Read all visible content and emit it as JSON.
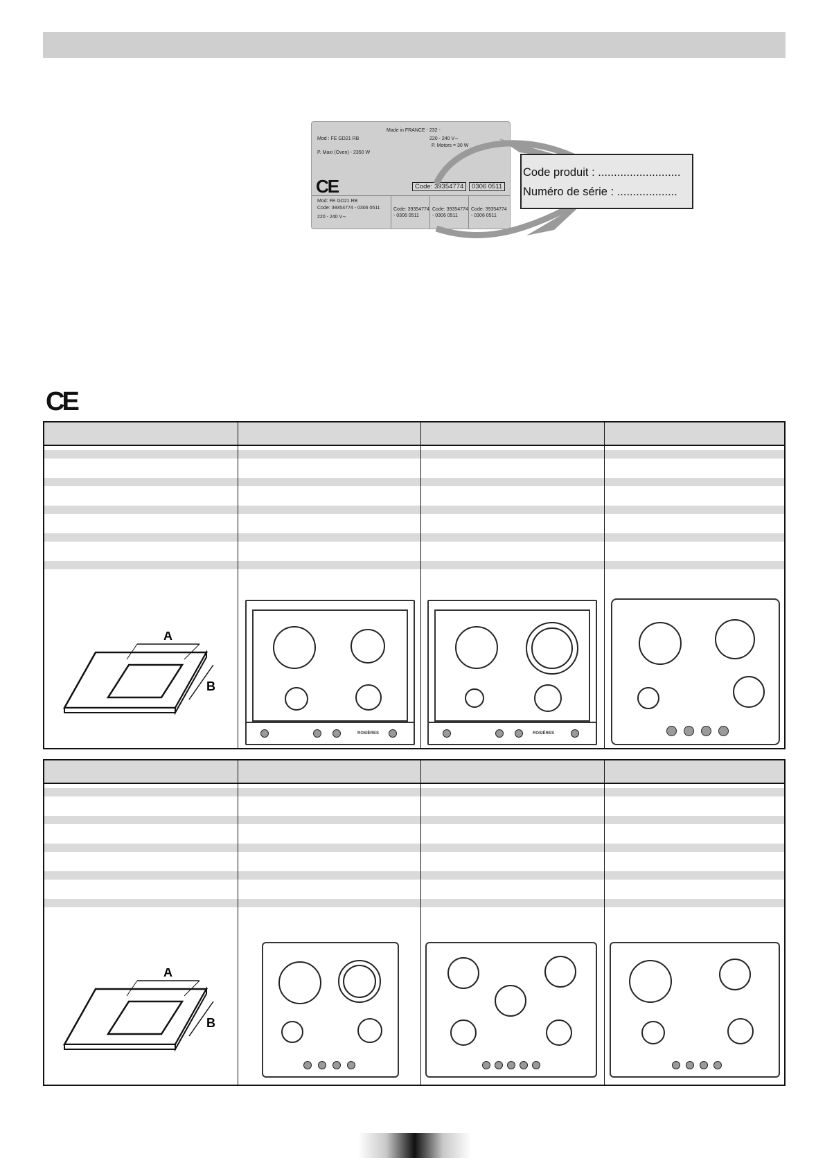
{
  "plate": {
    "made_in": "Made in FRANCE  -  232 -",
    "model": "Mod : FE GD21 RB",
    "voltage": "220 - 240 V∼",
    "power_oven": "P. Maxi (Oven) - 2350 W",
    "power_motors": "P. Motors = 30 W",
    "code_label": "Code: 39354774",
    "serial": "0306 0511",
    "ce": "CE",
    "bottom_model": "Mod: FE GD21 RB",
    "bottom_code": "Code: 39354774  - 0306 0511",
    "bottom_voltage": "220 - 240 V∼",
    "tag1_line1": "Code: 39354774",
    "tag1_line2": "- 0306 0511",
    "tag2_line1": "Code: 39354774",
    "tag2_line2": "- 0306 0511",
    "tag3_line1": "Code: 39354774",
    "tag3_line2": "- 0306 0511"
  },
  "info_box": {
    "product_code": "Code produit : ..........................",
    "serial_number": "Numéro de série : ..................."
  },
  "ce_mark": "CE",
  "cutout": {
    "label_a": "A",
    "label_b": "B"
  },
  "brand": "ROSIÈRES"
}
